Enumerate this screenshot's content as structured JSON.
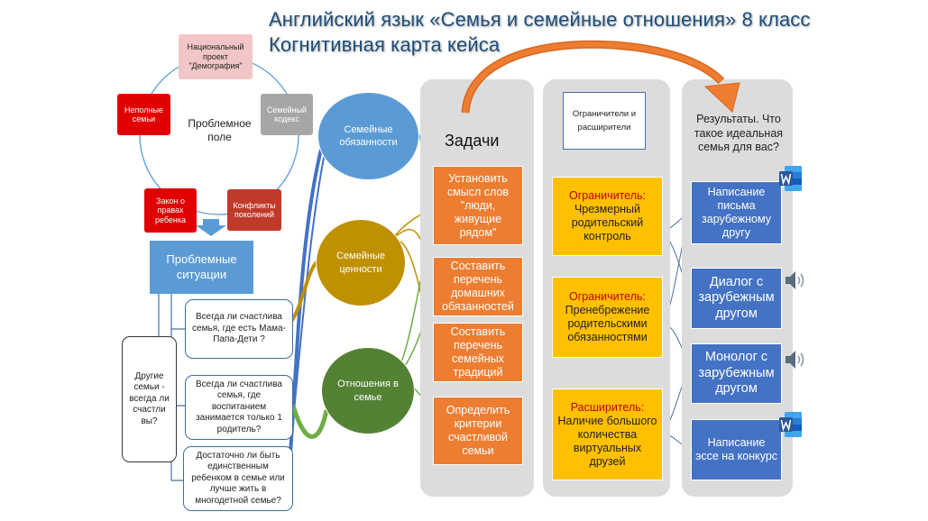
{
  "title": {
    "line1": "Английский язык «Семья и семейные отношения» 8 класс",
    "line2": "Когнитивная карта кейса"
  },
  "problem_field": {
    "center_label": "Проблемное поле",
    "nodes": [
      "Национальный проект \"Демография\"",
      "Семейный кодекс",
      "Конфликты поколений",
      "Закон о правах ребенка",
      "Неполные семьи"
    ]
  },
  "problem_situations": {
    "label": "Проблемные ситуации",
    "questions": [
      "Всегда ли счастлива семья, где есть Мама-Папа-Дети ?",
      "Всегда ли счастлива семья, где воспитанием занимается только 1 родитель?",
      "Достаточно  ли быть единственным ребенком в семье или лучше жить в многодетной семье?"
    ],
    "side_question": "Другие семьи - всегда ли счастли вы?"
  },
  "themes": [
    "Семейные обязанности",
    "Семейные ценности",
    "Отношения в семье"
  ],
  "tasks": {
    "header": "Задачи",
    "items": [
      "Установить смысл слов \"люди, живущие рядом\"",
      "Составить перечень домашних обязанностей",
      "Составить перечень семейных традиций",
      "Определить критерии счастливой семьи"
    ]
  },
  "limiters": {
    "header": "Ограничители и расширители",
    "items": [
      {
        "kind": "Ограничитель:",
        "text": "Чрезмерный родительский контроль"
      },
      {
        "kind": "Ограничитель:",
        "text": "Пренебрежение родительскими обязанностями"
      },
      {
        "kind": "Расширитель:",
        "text": "Наличие большого количества виртуальных друзей"
      }
    ]
  },
  "results": {
    "header": "Результаты. Что такое идеальная семья для вас?",
    "items": [
      {
        "text": "Написание письма зарубежному другу",
        "icon": "word-icon"
      },
      {
        "text": "Диалог с зарубежным другом",
        "icon": "speaker-icon"
      },
      {
        "text": "Монолог с зарубежным другом",
        "icon": "speaker-icon"
      },
      {
        "text": "Написание эссе на конкурс",
        "icon": "word-icon"
      }
    ]
  },
  "colors": {
    "title": "#1f4e79",
    "blue": "#5b9bd5",
    "gold": "#bf9000",
    "green": "#548235",
    "orange": "#ed7d31",
    "yellow": "#ffc000",
    "results_blue": "#4472c4",
    "panel": "#dcdcdc",
    "word_blue": "#2b579a"
  }
}
